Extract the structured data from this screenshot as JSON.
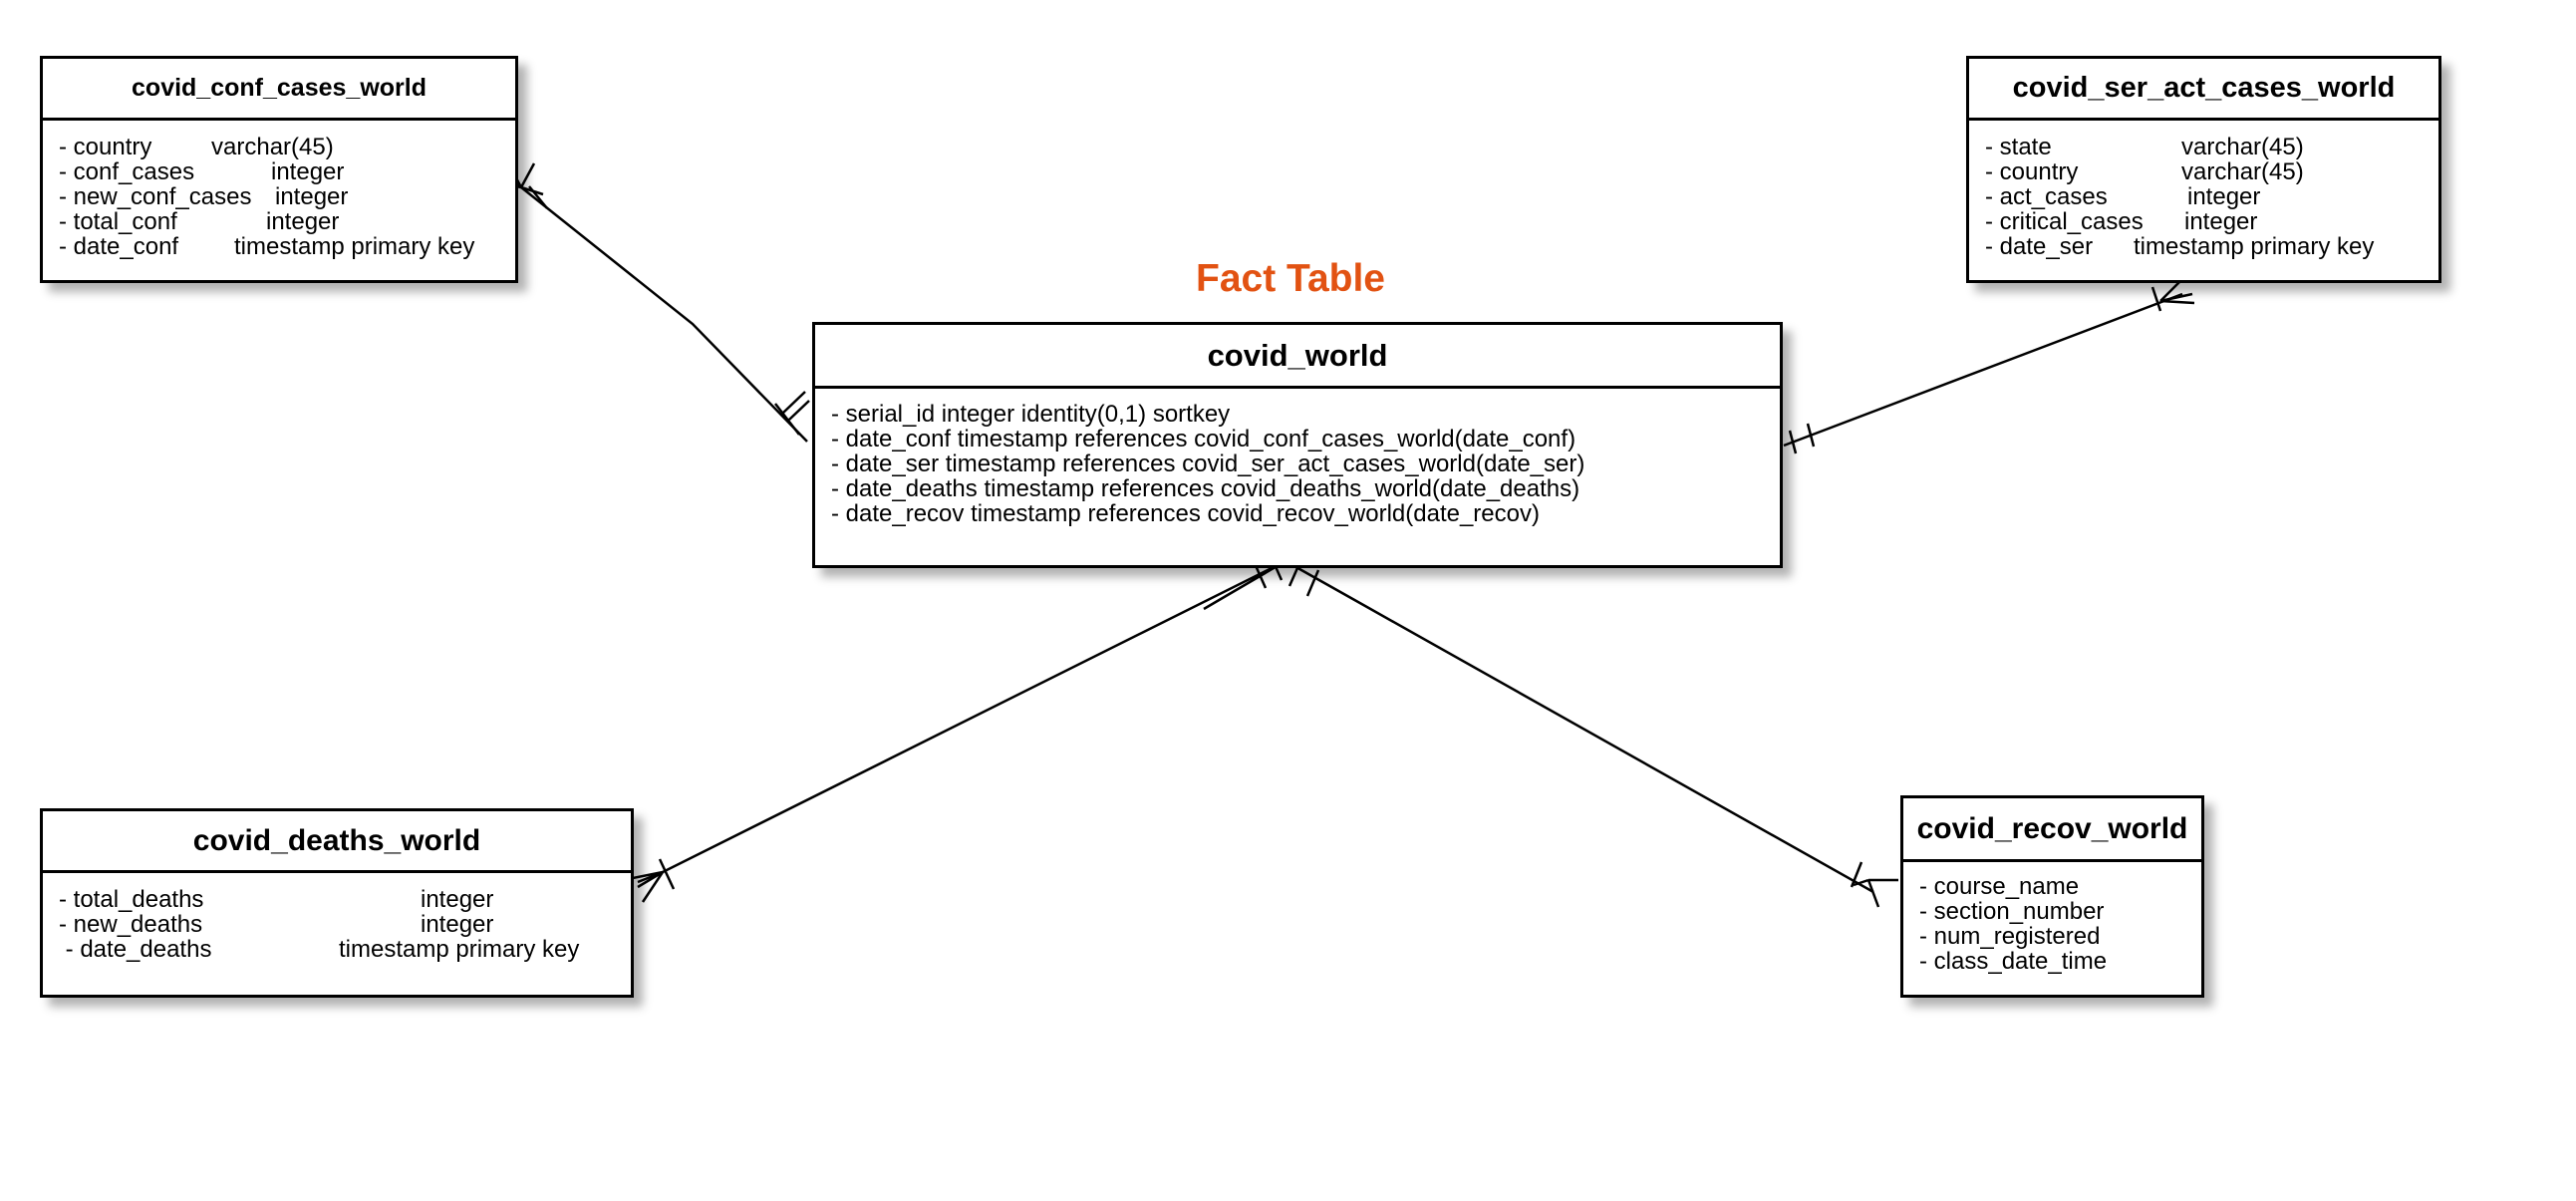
{
  "diagram": {
    "fact_label": "Fact Table",
    "line_color": "#000000",
    "accent_color": "#e25212"
  },
  "entities": {
    "conf": {
      "name": "covid_conf_cases_world",
      "attributes": [
        {
          "name": "- country",
          "type": "varchar(45)"
        },
        {
          "name": "- conf_cases",
          "type": "integer"
        },
        {
          "name": "- new_conf_cases",
          "type": "integer"
        },
        {
          "name": "- total_conf",
          "type": "integer"
        },
        {
          "name": "- date_conf",
          "type": "timestamp primary key"
        }
      ]
    },
    "ser": {
      "name": "covid_ser_act_cases_world",
      "attributes": [
        {
          "name": "- state",
          "type": "varchar(45)"
        },
        {
          "name": "- country",
          "type": "varchar(45)"
        },
        {
          "name": "- act_cases",
          "type": "integer"
        },
        {
          "name": "- critical_cases",
          "type": "integer"
        },
        {
          "name": "- date_ser",
          "type": "timestamp primary key"
        }
      ]
    },
    "world": {
      "name": "covid_world",
      "lines": [
        "- serial_id  integer identity(0,1) sortkey",
        "- date_conf  timestamp references  covid_conf_cases_world(date_conf)",
        "- date_ser timestamp references covid_ser_act_cases_world(date_ser)",
        "- date_deaths timestamp references covid_deaths_world(date_deaths)",
        "- date_recov timestamp references covid_recov_world(date_recov)"
      ]
    },
    "deaths": {
      "name": "covid_deaths_world",
      "attributes": [
        {
          "name": "- total_deaths",
          "type": "integer"
        },
        {
          "name": "- new_deaths",
          "type": "integer"
        },
        {
          "name": " - date_deaths",
          "type": "timestamp primary key"
        }
      ]
    },
    "recov": {
      "name": "covid_recov_world",
      "lines": [
        "- course_name",
        "- section_number",
        "- num_registered",
        "- class_date_time"
      ]
    }
  }
}
